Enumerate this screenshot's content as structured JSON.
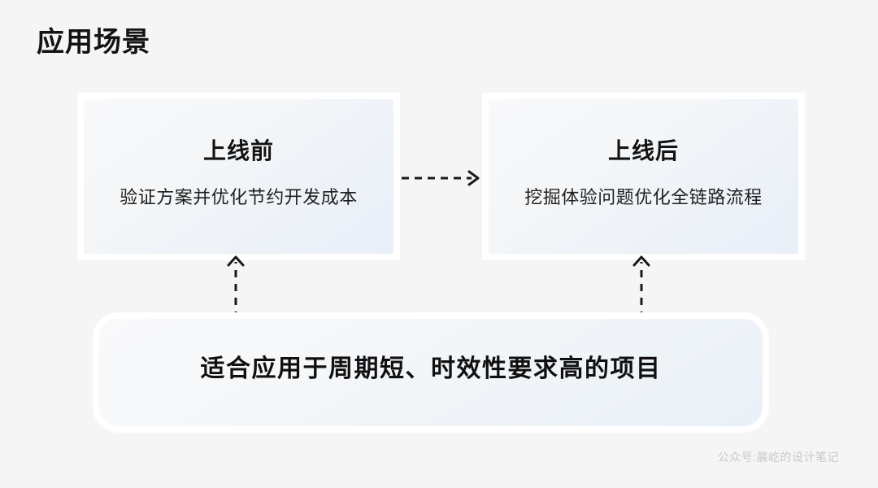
{
  "page": {
    "title": "应用场景",
    "background_color": "#f5f5f5",
    "watermark": "公众号:晨屹的设计笔记"
  },
  "diagram": {
    "type": "flow",
    "cards": [
      {
        "id": "pre-launch",
        "heading": "上线前",
        "subtitle": "验证方案并优化节约开发成本",
        "shape": "rectangle",
        "fill_start": "#f8f9fa",
        "fill_end": "#e8eff7",
        "border_color": "#ffffff"
      },
      {
        "id": "post-launch",
        "heading": "上线后",
        "subtitle": "挖掘体验问题优化全链路流程",
        "shape": "rectangle",
        "fill_start": "#f8f9fa",
        "fill_end": "#e8eff7",
        "border_color": "#ffffff"
      }
    ],
    "summary_card": {
      "id": "summary",
      "text": "适合应用于周期短、时效性要求高的项目",
      "shape": "rounded-rectangle",
      "fill_start": "#f8f9fa",
      "fill_end": "#e9f0f7",
      "border_color": "#ffffff"
    },
    "connectors": [
      {
        "id": "pre-to-post",
        "style": "dashed",
        "direction": "right",
        "from": "pre-launch",
        "to": "post-launch",
        "color": "#1a1a1a"
      },
      {
        "id": "summary-to-pre",
        "style": "dashed",
        "direction": "up",
        "from": "summary",
        "to": "pre-launch",
        "color": "#1a1a1a"
      },
      {
        "id": "summary-to-post",
        "style": "dashed",
        "direction": "up",
        "from": "summary",
        "to": "post-launch",
        "color": "#1a1a1a"
      }
    ]
  }
}
